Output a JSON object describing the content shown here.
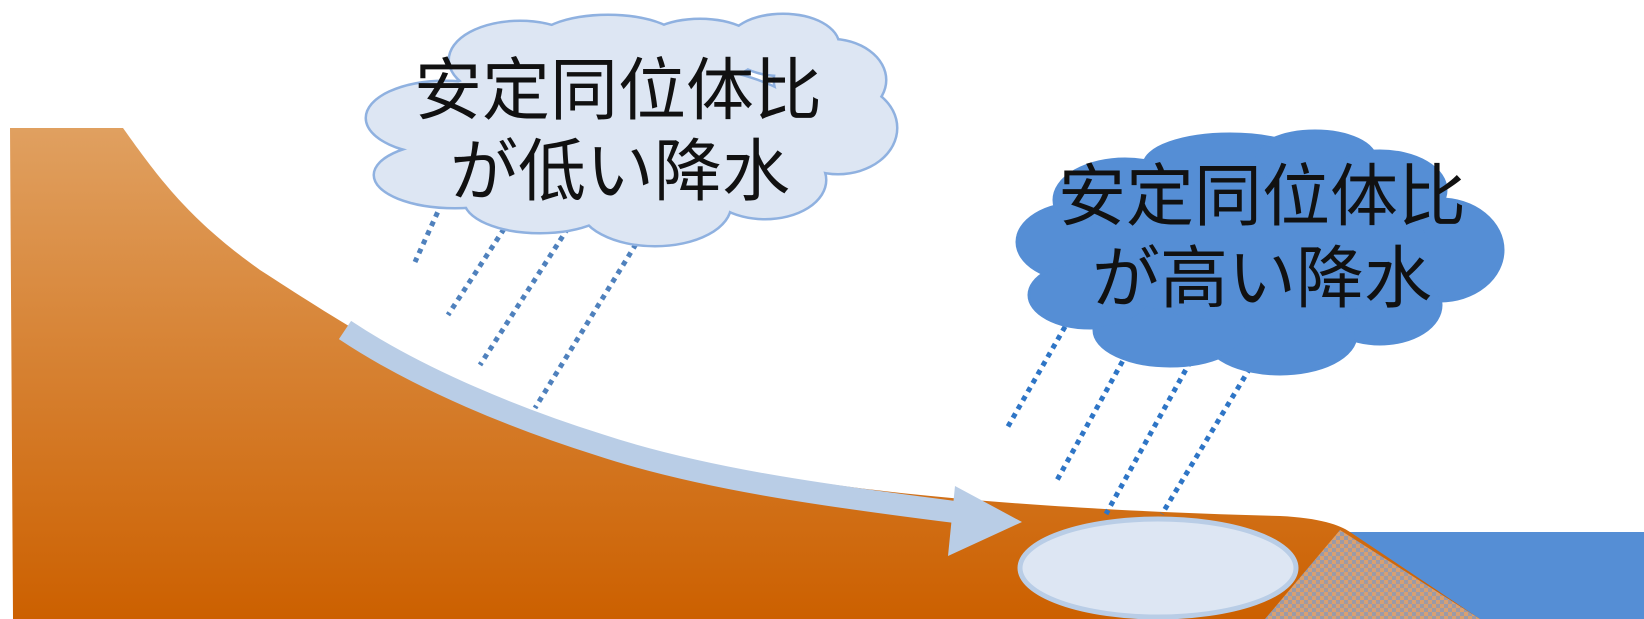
{
  "clouds": [
    {
      "line1": "安定同位体比",
      "line2": "が低い降水",
      "fill": "#dde6f3",
      "stroke": "#8fb1e0"
    },
    {
      "line1": "安定同位体比",
      "line2": "が高い降水",
      "fill": "#558ed5",
      "stroke": "#558ed5"
    }
  ],
  "colors": {
    "ground_top": "#e0a060",
    "ground_bottom": "#cc6000",
    "water": "#558ed5",
    "arrow": "#b9cde6",
    "rain_light": "#4f81bd",
    "rain_dark": "#2e75c6",
    "pond_fill": "#dde6f3",
    "pond_stroke": "#b9cde6"
  },
  "icons": {
    "flow_arrow": "arrow-right-icon",
    "rain": "rain-streak-icon"
  }
}
